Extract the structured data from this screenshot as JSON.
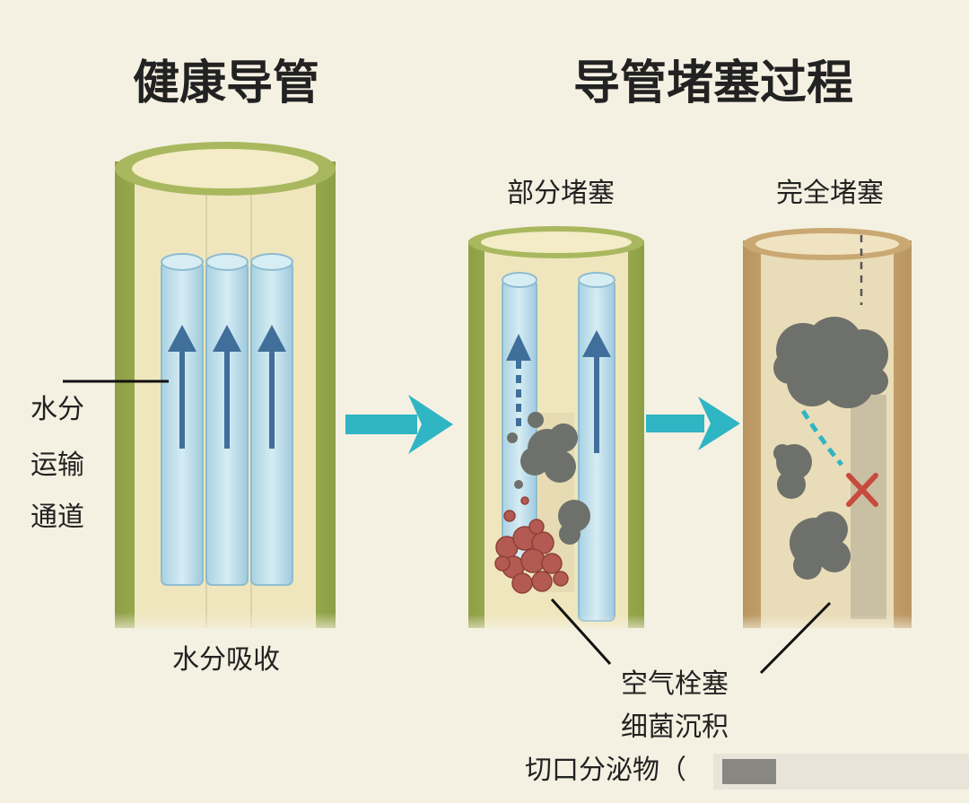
{
  "titles": {
    "healthy": "健康导管",
    "blockage_process": "导管堵塞过程"
  },
  "stages": {
    "partial": "部分堵塞",
    "complete": "完全堵塞"
  },
  "labels": {
    "water_channel_line1": "水分",
    "water_channel_line2": "运输",
    "water_channel_line3": "通道",
    "water_absorption": "水分吸收"
  },
  "causes": {
    "air_embolism": "空气栓塞",
    "bacterial_deposit": "细菌沉积",
    "cut_secretion": "切口分泌物（"
  },
  "colors": {
    "background": "#f5f1e2",
    "flow_arrow": "#2fb5c4",
    "water_tube": "#b9dce8",
    "up_arrow": "#3f6f9a",
    "healthy_wall": "#a9b85f",
    "dead_wall": "#c9a872",
    "clog": "#6e706b",
    "bacteria": "#b35b52",
    "block_mark": "#c84a3c"
  },
  "icons": {
    "stage_arrow": "right-arrow-icon",
    "flow": "up-arrow-icon",
    "blocked": "x-mark-icon"
  }
}
